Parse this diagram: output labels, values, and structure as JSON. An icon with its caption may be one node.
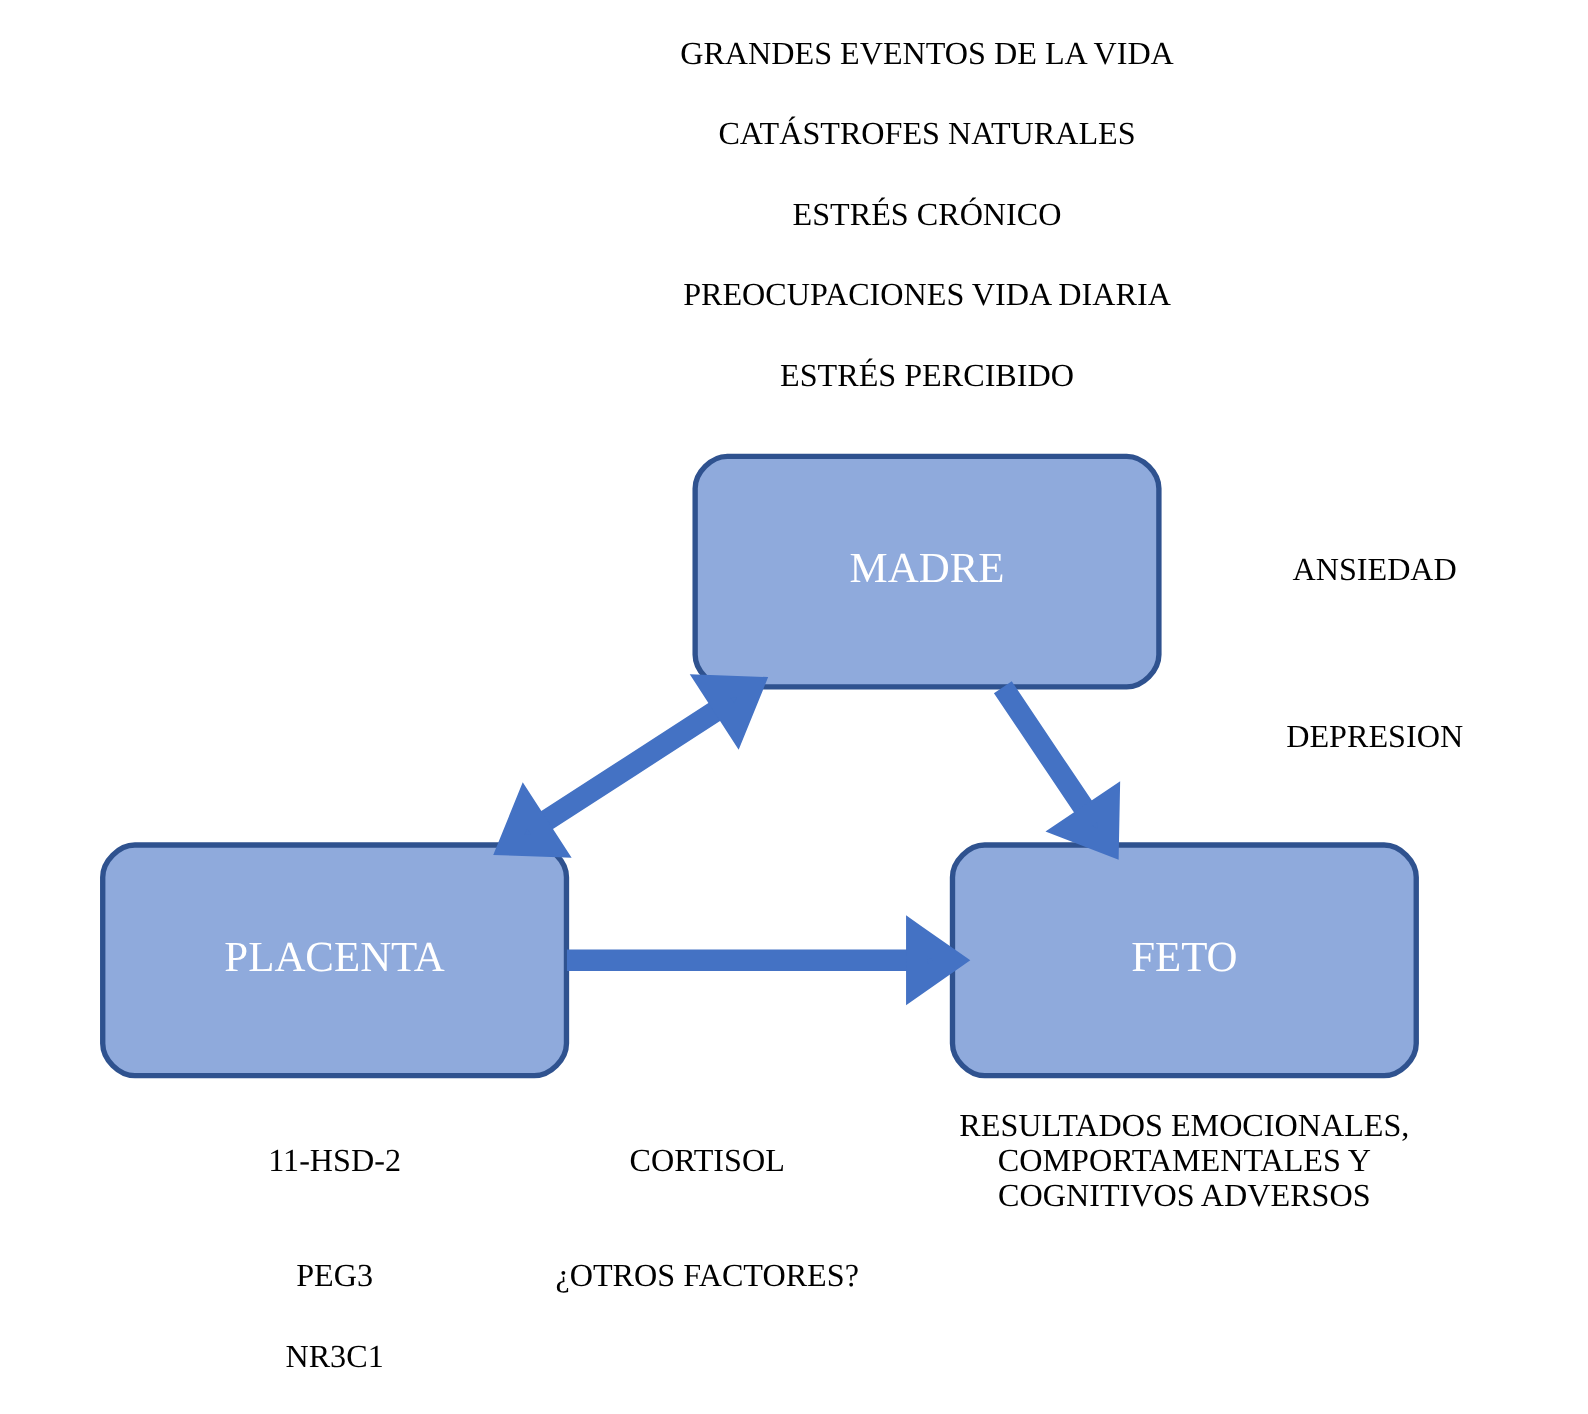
{
  "diagram": {
    "nodes": [
      {
        "text": [
          "MADRE"
        ]
      },
      {
        "text": [
          "PLACENTA"
        ]
      },
      {
        "text": [
          "FETO"
        ]
      }
    ],
    "edges": [
      {
        "from": 0,
        "to": 1,
        "arrow": "both"
      },
      {
        "from": 0,
        "to": 2,
        "arrow": "to"
      },
      {
        "from": 1,
        "to": 2,
        "arrow": "to"
      }
    ],
    "labels": [
      "GRANDES EVENTOS DE LA VIDA",
      "CATÁSTROFES NATURALES",
      "ESTRÉS CRÓNICO",
      "PREOCUPACIONES VIDA DIARIA",
      "ESTRÉS PERCIBIDO",
      "ANSIEDAD",
      "DEPRESION",
      "CORTISOL",
      "¿OTROS FACTORES?",
      "11-HSD-2",
      "PEG3",
      "NR3C1",
      "RESULTADOS EMOCIONALES, COMPORTAMENTALES Y COGNITIVOS ADVERSOS"
    ]
  }
}
